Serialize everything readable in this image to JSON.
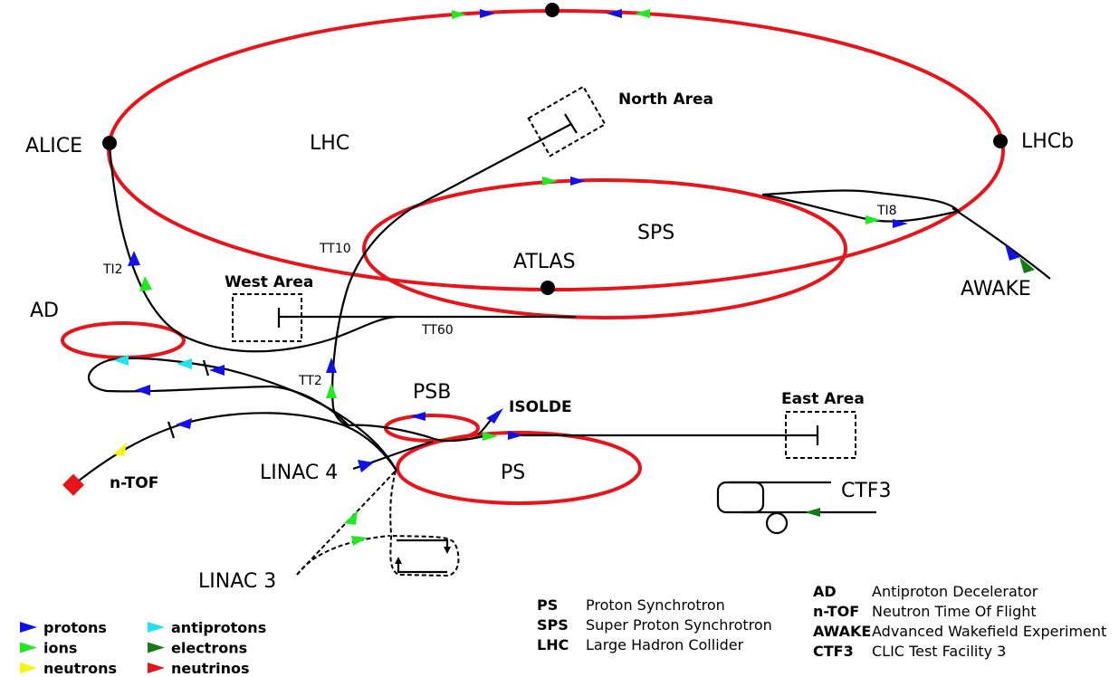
{
  "colors": {
    "ring": "#e8141b",
    "protons": "#1010e8",
    "ions": "#22e822",
    "neutrons": "#f5f50a",
    "antiprotons": "#22e0f0",
    "electrons": "#157a15",
    "neutrinos": "#e8141b"
  },
  "labels": {
    "lhc": "LHC",
    "sps": "SPS",
    "alice": "ALICE",
    "lhcb": "LHCb",
    "atlas": "ATLAS",
    "north_area": "North Area",
    "west_area": "West Area",
    "east_area": "East Area",
    "awake": "AWAKE",
    "ad": "AD",
    "tt10": "TT10",
    "tt60": "TT60",
    "ti2": "TI2",
    "ti8": "TI8",
    "tt2": "TT2",
    "psb": "PSB",
    "ps": "PS",
    "isolde": "ISOLDE",
    "linac4": "LINAC 4",
    "linac3": "LINAC 3",
    "ntof": "n-TOF",
    "ctf3": "CTF3"
  },
  "legend_particles": [
    {
      "label": "protons",
      "icon": "protons-arrow-icon",
      "color": "#1010e8"
    },
    {
      "label": "ions",
      "icon": "ions-arrow-icon",
      "color": "#22e822"
    },
    {
      "label": "neutrons",
      "icon": "neutrons-arrow-icon",
      "color": "#f5f50a"
    },
    {
      "label": "antiprotons",
      "icon": "antiprotons-arrow-icon",
      "color": "#22e0f0"
    },
    {
      "label": "electrons",
      "icon": "electrons-arrow-icon",
      "color": "#157a15"
    },
    {
      "label": "neutrinos",
      "icon": "neutrinos-arrow-icon",
      "color": "#e8141b"
    }
  ],
  "legend_acronyms_left": [
    {
      "abbr": "PS",
      "desc": "Proton Synchrotron"
    },
    {
      "abbr": "SPS",
      "desc": "Super Proton Synchrotron"
    },
    {
      "abbr": "LHC",
      "desc": "Large Hadron Collider"
    }
  ],
  "legend_acronyms_right": [
    {
      "abbr": "AD",
      "desc": "Antiproton Decelerator"
    },
    {
      "abbr": "n-TOF",
      "desc": "Neutron Time Of Flight"
    },
    {
      "abbr": "AWAKE",
      "desc": "Advanced Wakefield Experiment"
    },
    {
      "abbr": "CTF3",
      "desc": "CLIC Test Facility 3"
    }
  ]
}
